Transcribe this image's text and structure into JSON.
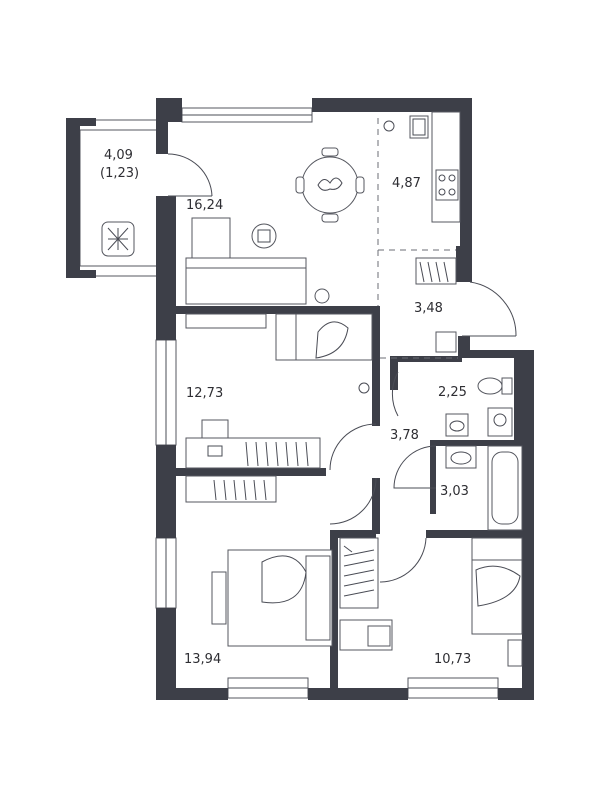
{
  "rooms": {
    "balcony": {
      "area": "4,09",
      "area_reduced": "(1,23)"
    },
    "living": {
      "area": "16,24"
    },
    "kitchen": {
      "area": "4,87"
    },
    "hall_top": {
      "area": "3,48"
    },
    "bedroom1": {
      "area": "12,73"
    },
    "wc": {
      "area": "2,25"
    },
    "corridor": {
      "area": "3,78"
    },
    "bathroom": {
      "area": "3,03"
    },
    "bedroom2": {
      "area": "13,94"
    },
    "bedroom3": {
      "area": "10,73"
    }
  },
  "colors": {
    "wall": "#3d3f48",
    "line": "#55575f",
    "background": "#ffffff"
  }
}
